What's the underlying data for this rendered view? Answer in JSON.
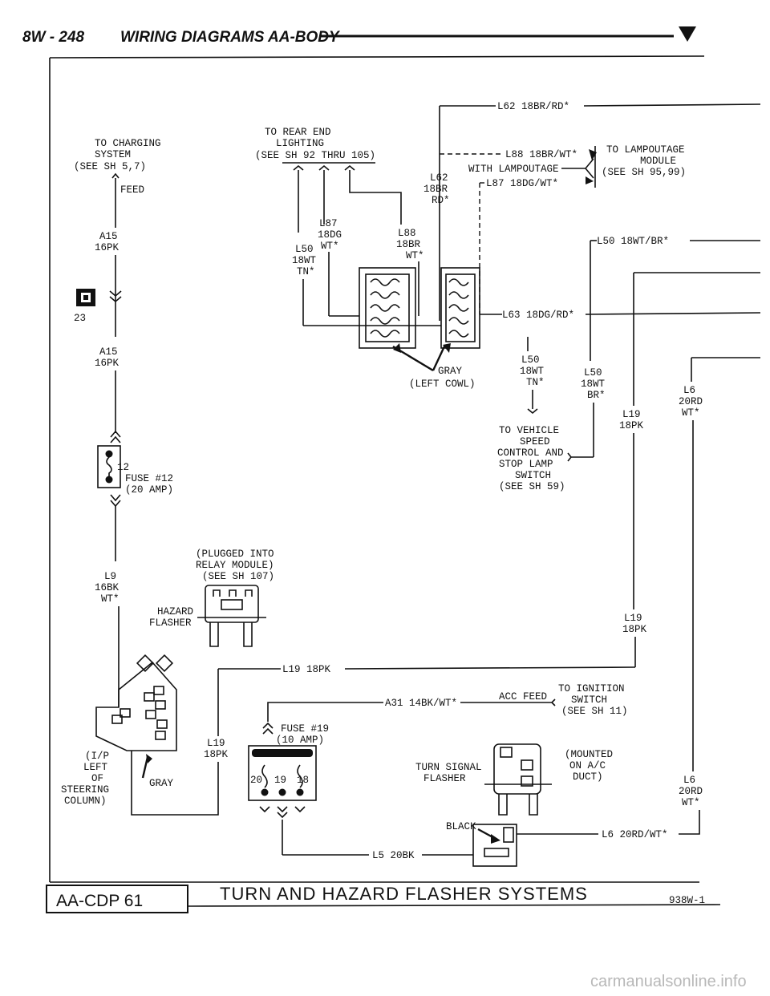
{
  "header": {
    "page": "8W - 248",
    "title": "WIRING DIAGRAMS AA-BODY"
  },
  "footer": {
    "code": "AA-CDP 61",
    "title": "TURN AND HAZARD FLASHER SYSTEMS",
    "ref": "938W-1"
  },
  "watermark": "carmanualsonline.info",
  "labels": {
    "charging": [
      "TO CHARGING",
      "SYSTEM",
      "(SEE SH 5,7)"
    ],
    "feed": "FEED",
    "a15_top": [
      "A15",
      "16PK"
    ],
    "splice": "23",
    "a15_bot": [
      "A15",
      "16PK"
    ],
    "fuse12_num": "12",
    "fuse12": [
      "FUSE #12",
      "(20 AMP)"
    ],
    "l9": [
      "L9",
      "16BK",
      "WT*"
    ],
    "rear": [
      "TO REAR END",
      "LIGHTING",
      "(SEE SH 92 THRU 105)"
    ],
    "l87a": [
      "L87",
      "18DG"
    ],
    "l50a": [
      "L50",
      "WT*",
      "18WT",
      "TN*"
    ],
    "l88a": [
      "L88",
      "18BR",
      "WT*"
    ],
    "l62_top": "L62 18BR/RD*",
    "l88_top": "L88 18BR/WT*",
    "with_lamp": "WITH LAMPOUTAGE",
    "l87_top": "L87 18DG/WT*",
    "to_lamp": [
      "TO LAMPOUTAGE",
      "MODULE",
      "(SEE SH 95,99)"
    ],
    "l62v": [
      "L62",
      "18BR",
      "RD*"
    ],
    "l50_top": "L50 18WT/BR*",
    "l63": "L63 18DG/RD*",
    "gray_cowl": [
      "GRAY",
      "(LEFT COWL)"
    ],
    "l50b": [
      "L50",
      "18WT",
      "TN*"
    ],
    "l50c": [
      "L50",
      "18WT",
      "BR*"
    ],
    "l6a": [
      "L6",
      "20RD",
      "WT*"
    ],
    "l19a": [
      "L19",
      "18PK"
    ],
    "vehicle": [
      "TO VEHICLE",
      "SPEED",
      "CONTROL AND",
      "STOP LAMP",
      "SWITCH",
      "(SEE SH 59)"
    ],
    "plugged": [
      "(PLUGGED INTO",
      "RELAY MODULE)",
      "(SEE SH 107)"
    ],
    "hazard": [
      "HAZARD",
      "FLASHER"
    ],
    "l19b": [
      "L19",
      "18PK"
    ],
    "l19_h": "L19 18PK",
    "ignition": [
      "TO IGNITION",
      "SWITCH",
      "(SEE SH 11)"
    ],
    "acc": "ACC FEED",
    "a31": "A31 14BK/WT*",
    "fuse19": [
      "FUSE #19",
      "(10 AMP)"
    ],
    "ip": [
      "(I/P",
      "LEFT",
      "OF",
      "STEERING",
      "COLUMN)"
    ],
    "gray2": "GRAY",
    "l19c": [
      "L19",
      "18PK"
    ],
    "fuse19_pins": [
      "20",
      "19",
      "18"
    ],
    "turn": [
      "TURN SIGNAL",
      "FLASHER"
    ],
    "mounted": [
      "(MOUNTED",
      "ON A/C",
      "DUCT)"
    ],
    "l6b": [
      "L6",
      "20RD",
      "WT*"
    ],
    "black": "BLACK",
    "l6_h": "L6 20RD/WT*",
    "l5": "L5 20BK"
  }
}
